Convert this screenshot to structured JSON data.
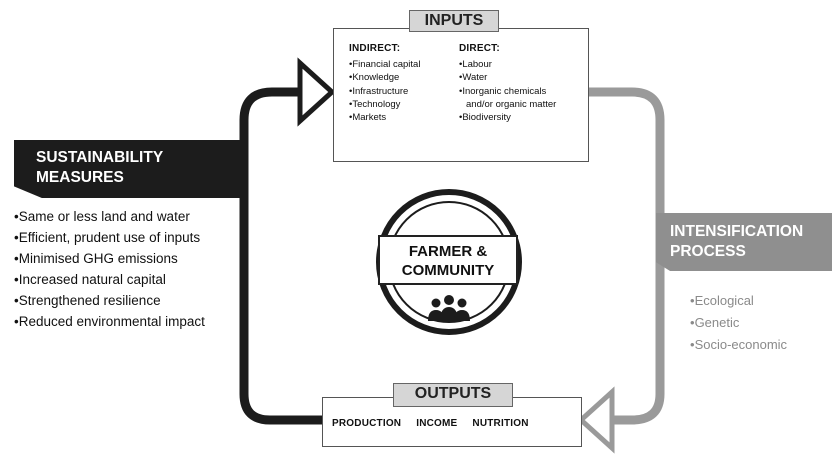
{
  "inputs": {
    "title": "INPUTS",
    "indirect": {
      "heading": "INDIRECT:",
      "items": [
        "Financial capital",
        "Knowledge",
        "Infrastructure",
        "Technology",
        "Markets"
      ]
    },
    "direct": {
      "heading": "DIRECT:",
      "items": [
        "Labour",
        "Water",
        "Inorganic chemicals",
        "and/or organic matter",
        "Biodiversity"
      ]
    }
  },
  "sustainability": {
    "title_line1": "SUSTAINABILITY",
    "title_line2": "MEASURES",
    "items": [
      "Same or less land and water",
      "Efficient, prudent use of inputs",
      "Minimised GHG emissions",
      "Increased natural capital",
      "Strengthened resilience",
      "Reduced environmental impact"
    ]
  },
  "center": {
    "line1": "FARMER &",
    "line2": "COMMUNITY",
    "icon": "people-group-icon"
  },
  "intensification": {
    "title_line1": "INTENSIFICATION",
    "title_line2": "PROCESS",
    "items": [
      "Ecological",
      "Genetic",
      "Socio-economic"
    ]
  },
  "outputs": {
    "title": "OUTPUTS",
    "items": [
      "PRODUCTION",
      "INCOME",
      "NUTRITION"
    ]
  },
  "colors": {
    "dark_loop": "#1c1c1c",
    "light_loop": "#9a9a9a",
    "sustainability_banner": "#1c1c1c",
    "intensification_banner": "#8f8f8f",
    "title_tab": "#d6d6d6"
  }
}
